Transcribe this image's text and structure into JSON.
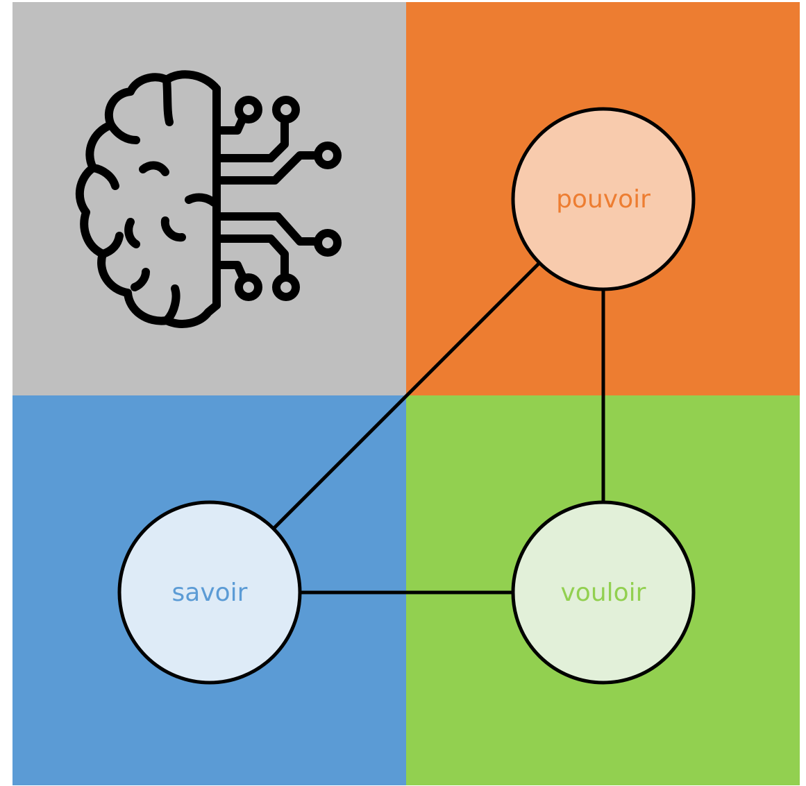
{
  "quadrants": {
    "top_left": {
      "color": "#bfbfbf"
    },
    "top_right": {
      "color": "#ed7d31"
    },
    "bottom_left": {
      "color": "#5b9bd5"
    },
    "bottom_right": {
      "color": "#92d050"
    }
  },
  "icon": {
    "name": "brain-circuit-icon"
  },
  "nodes": {
    "pouvoir": {
      "label": "pouvoir",
      "fill": "#f8cbad",
      "text_color": "#ed7d31"
    },
    "savoir": {
      "label": "savoir",
      "fill": "#deebf7",
      "text_color": "#5b9bd5"
    },
    "vouloir": {
      "label": "vouloir",
      "fill": "#e2f0d9",
      "text_color": "#92d050"
    }
  },
  "edges": [
    [
      "pouvoir",
      "savoir"
    ],
    [
      "pouvoir",
      "vouloir"
    ],
    [
      "savoir",
      "vouloir"
    ]
  ]
}
